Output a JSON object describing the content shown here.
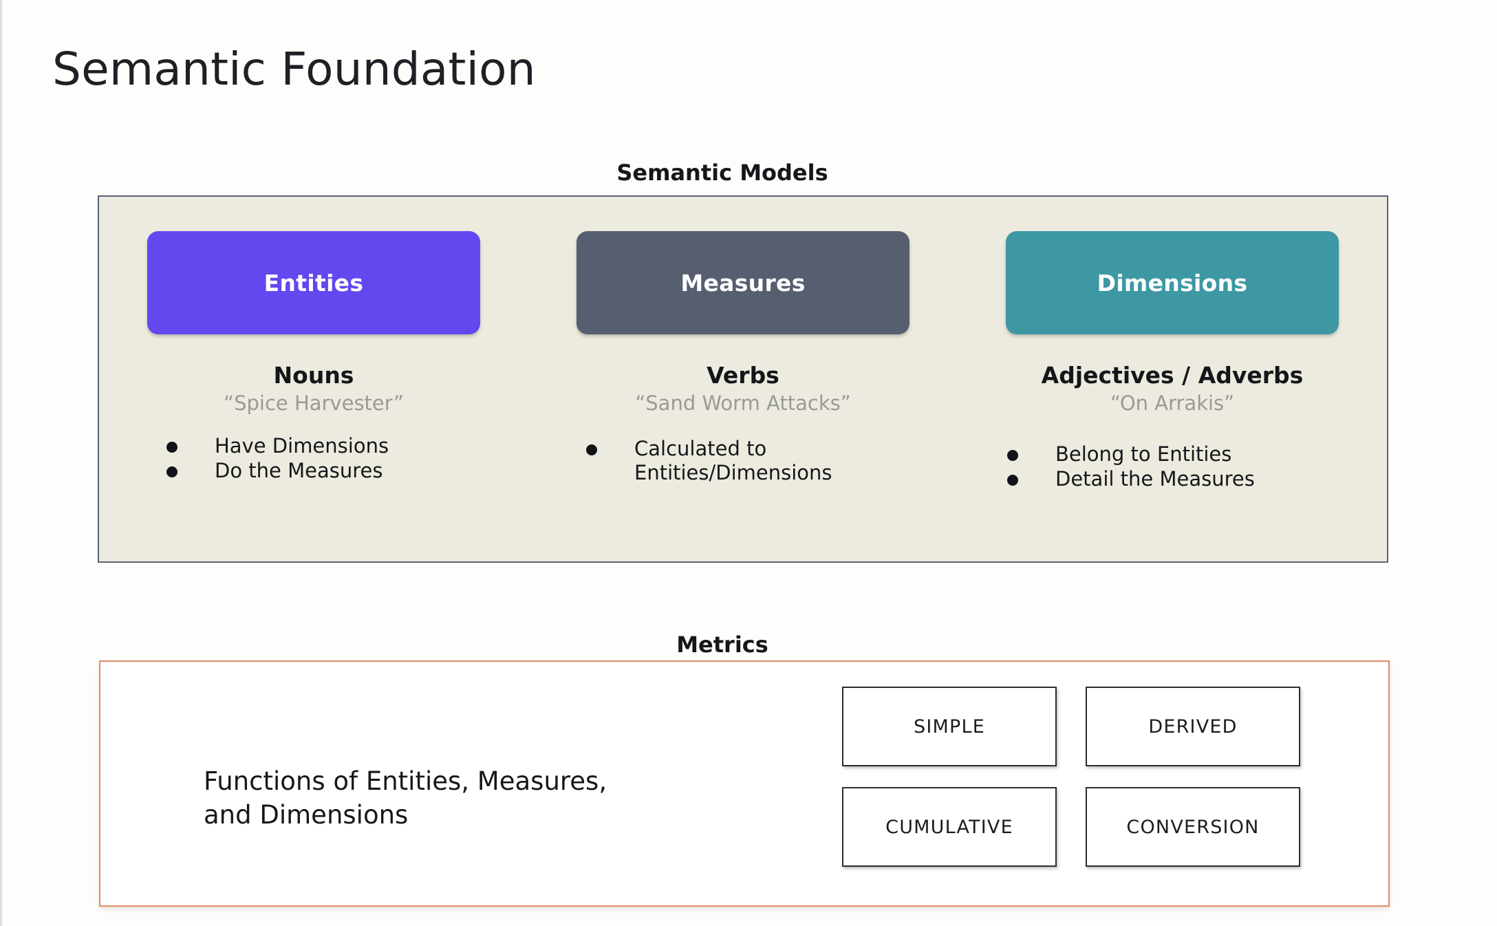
{
  "slide": {
    "title": "Semantic Foundation"
  },
  "semantic_models": {
    "heading": "Semantic Models",
    "panel_bg": "#edebdf",
    "panel_border": "#5b6375",
    "columns": [
      {
        "chip_label": "Entities",
        "chip_color": "#6347ef",
        "part_of_speech": "Nouns",
        "example": "“Spice Harvester”",
        "bullets": [
          "Have Dimensions",
          "Do the Measures"
        ]
      },
      {
        "chip_label": "Measures",
        "chip_color": "#565e70",
        "part_of_speech": "Verbs",
        "example": "“Sand Worm Attacks”",
        "bullets": [
          "Calculated to\nEntities/Dimensions"
        ]
      },
      {
        "chip_label": "Dimensions",
        "chip_color": "#3d98a4",
        "part_of_speech": "Adjectives / Adverbs",
        "example": "“On Arrakis”",
        "bullets": [
          "Belong to Entities",
          "Detail the Measures"
        ]
      }
    ]
  },
  "metrics": {
    "heading": "Metrics",
    "panel_border": "#e08a6a",
    "description": "Functions of Entities, Measures, and Dimensions",
    "types": [
      "SIMPLE",
      "DERIVED",
      "CUMULATIVE",
      "CONVERSION"
    ]
  }
}
